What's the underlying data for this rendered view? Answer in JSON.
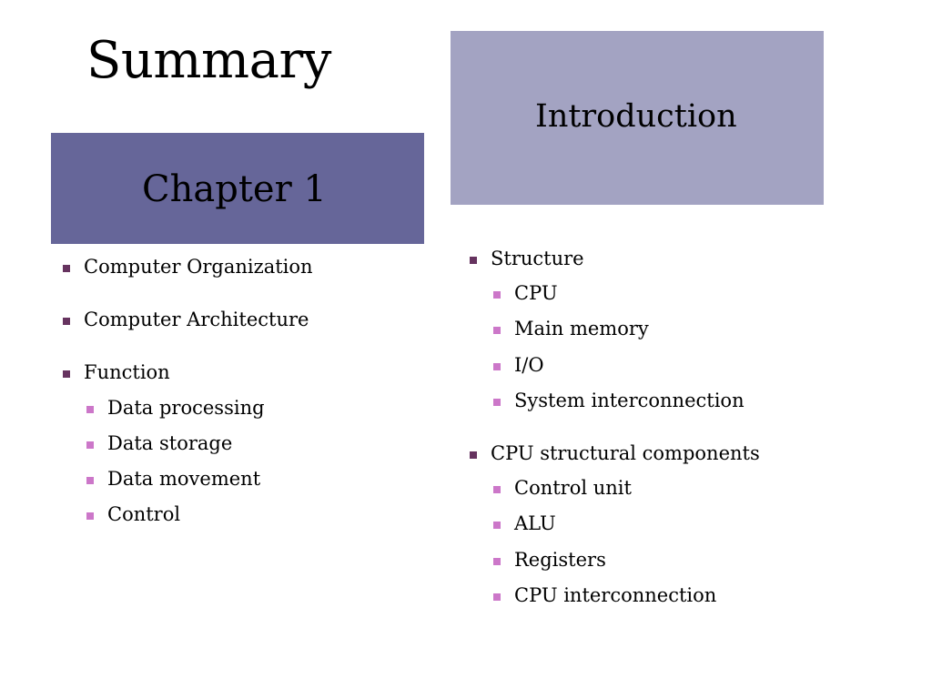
{
  "slide": {
    "title": "Summary",
    "left_box": {
      "label": "Chapter 1",
      "color": "#666699"
    },
    "right_box": {
      "label": "Introduction",
      "color": "#a3a3c2"
    },
    "bullet_colors": {
      "level1": "#66335f",
      "level2": "#cc77c9"
    },
    "left_list": [
      {
        "label": "Computer Organization"
      },
      {
        "label": "Computer Architecture"
      },
      {
        "label": "Function",
        "children": [
          "Data processing",
          "Data storage",
          "Data movement",
          "Control"
        ]
      }
    ],
    "right_list": [
      {
        "label": "Structure",
        "children": [
          "CPU",
          "Main memory",
          "I/O",
          "System interconnection"
        ]
      },
      {
        "label": "CPU structural components",
        "children": [
          "Control unit",
          "ALU",
          "Registers",
          "CPU interconnection"
        ]
      }
    ]
  }
}
